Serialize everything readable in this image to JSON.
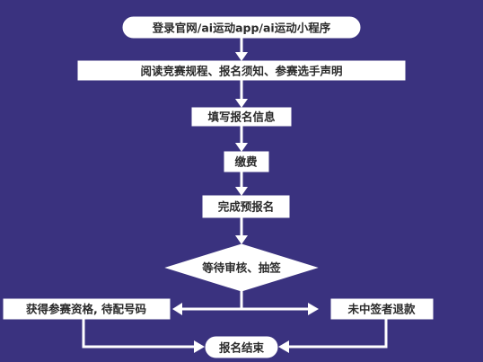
{
  "colors": {
    "background": "#3a327f",
    "box": "#ffffff",
    "line": "#ffffff",
    "text": "#2a2a2a"
  },
  "flowchart": {
    "start": "登录官网/ai运动app/ai运动小程序",
    "step_read": "阅读竞赛规程、报名须知、参赛选手声明",
    "step_fill": "填写报名信息",
    "step_pay": "缴费",
    "step_complete": "完成预报名",
    "decision": "等待审核、抽签",
    "outcome_win": "获得参赛资格, 待配号码",
    "outcome_refund": "未中签者退款",
    "end": "报名结束"
  }
}
